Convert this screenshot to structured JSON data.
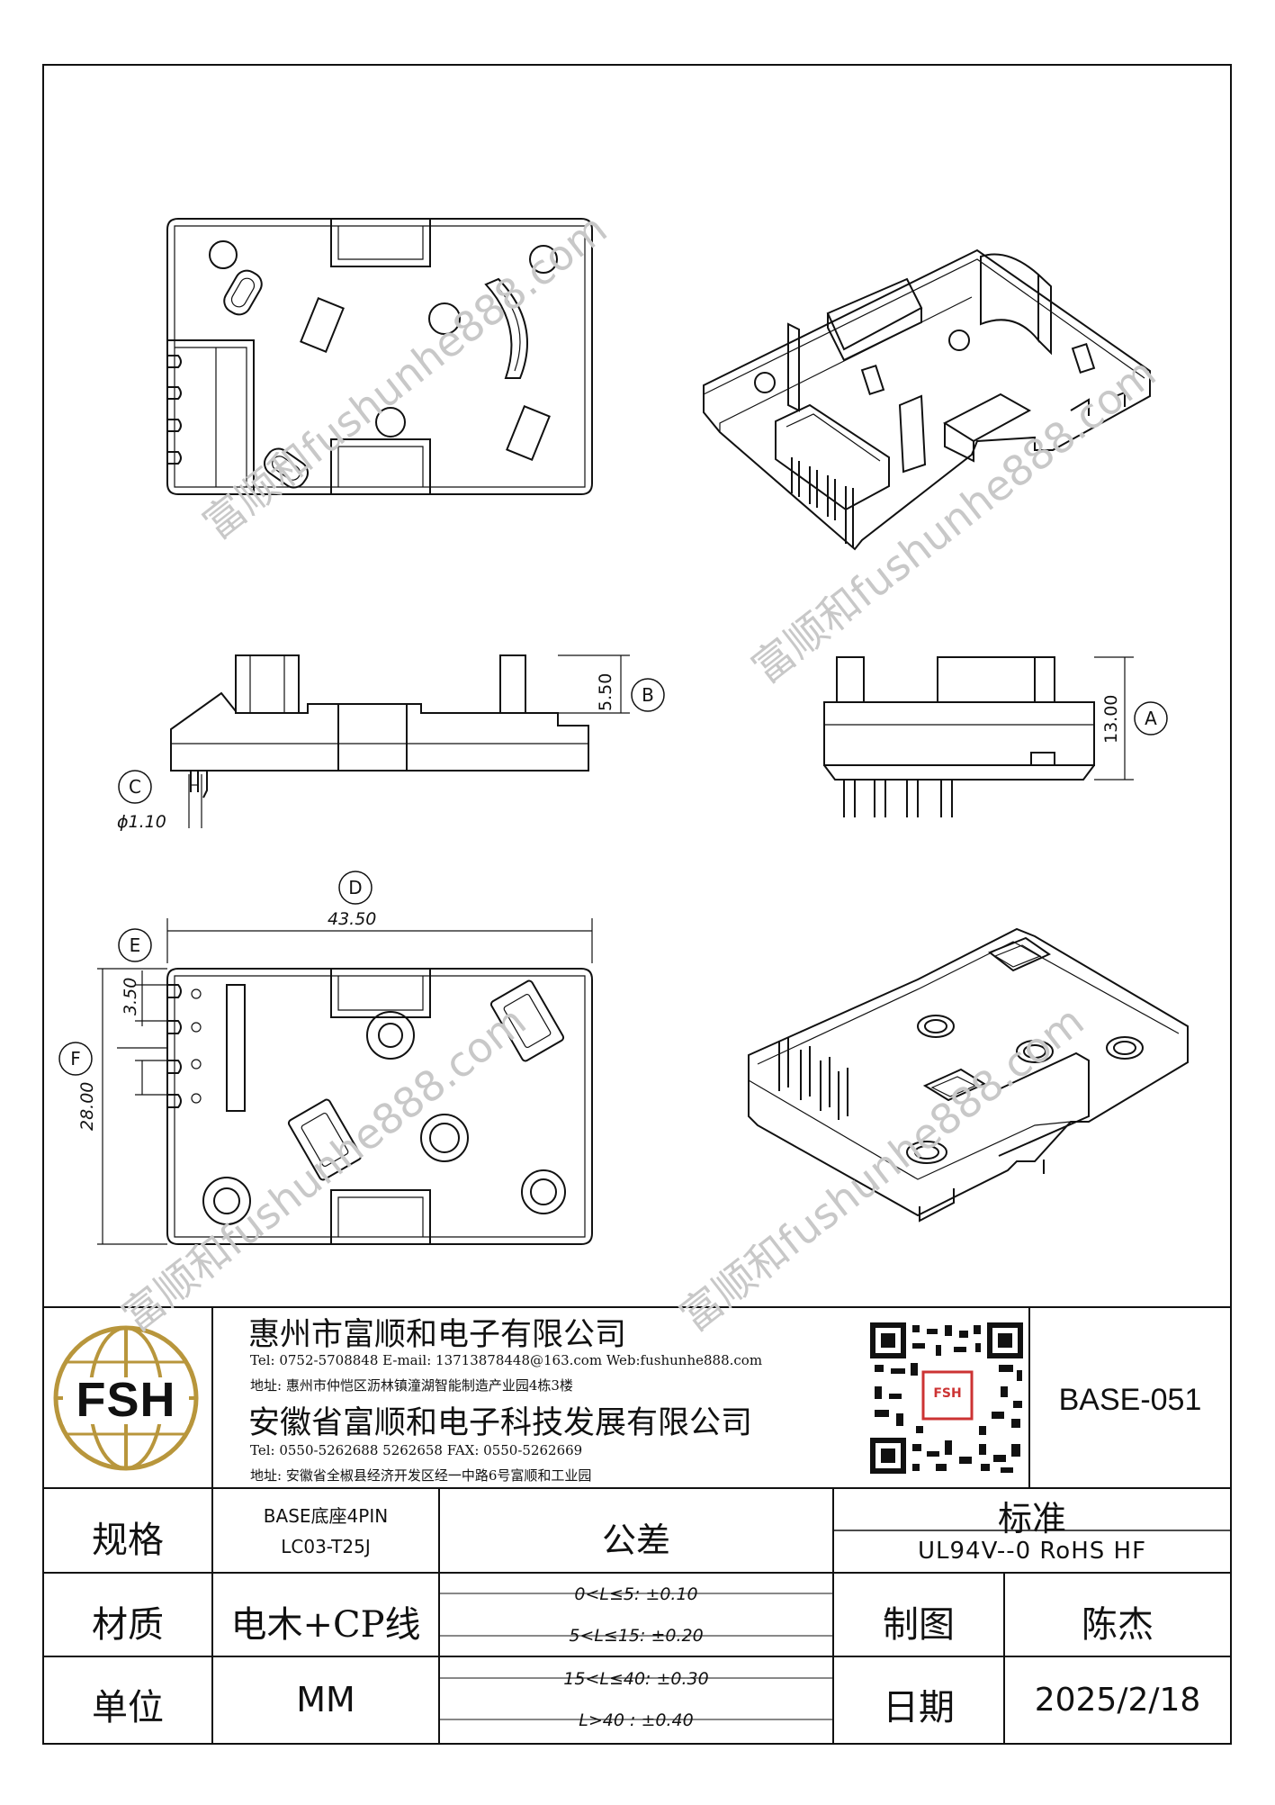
{
  "watermark": {
    "text": "富顺和fushunhe888.com",
    "color": "#c8c8c8"
  },
  "drawing": {
    "dimensions": {
      "d_550": "5.50",
      "d_1300": "13.00",
      "d_110": "ϕ1.10",
      "d_4350": "43.50",
      "d_350": "3.50",
      "d_2800": "28.00"
    },
    "balloons": {
      "a": "A",
      "b": "B",
      "c": "C",
      "d": "D",
      "e": "E",
      "f": "F"
    }
  },
  "title_block": {
    "logo_text": "FSH",
    "company1": {
      "name": "惠州市富顺和电子有限公司",
      "tel_line": "Tel: 0752-5708848  E-mail: 13713878448@163.com  Web:fushunhe888.com",
      "address": "地址: 惠州市仲恺区沥林镇潼湖智能制造产业园4栋3楼"
    },
    "company2": {
      "name": "安徽省富顺和电子科技发展有限公司",
      "tel_line": "Tel:  0550-5262688  5262658     FAX: 0550-5262669",
      "address": "地址: 安徽省全椒县经济开发区经一中路6号富顺和工业园"
    },
    "qr_badge": "FSH",
    "part_number": "BASE-051",
    "spec_label": "规格",
    "spec_value_1": "BASE底座4PIN",
    "spec_value_2": "LC03-T25J",
    "tolerance_label": "公差",
    "standard_label": "标准",
    "standard_value": "UL94V--0  RoHS HF",
    "material_label": "材质",
    "material_value": "电木+CP线",
    "unit_label": "单位",
    "unit_value": "MM",
    "tolerances": [
      "0<L≤5: ±0.10",
      "5<L≤15: ±0.20",
      "15<L≤40: ±0.30",
      "L>40 :  ±0.40"
    ],
    "drawn_label": "制图",
    "drawn_value": "陈杰",
    "date_label": "日期",
    "date_value": "2025/2/18"
  }
}
